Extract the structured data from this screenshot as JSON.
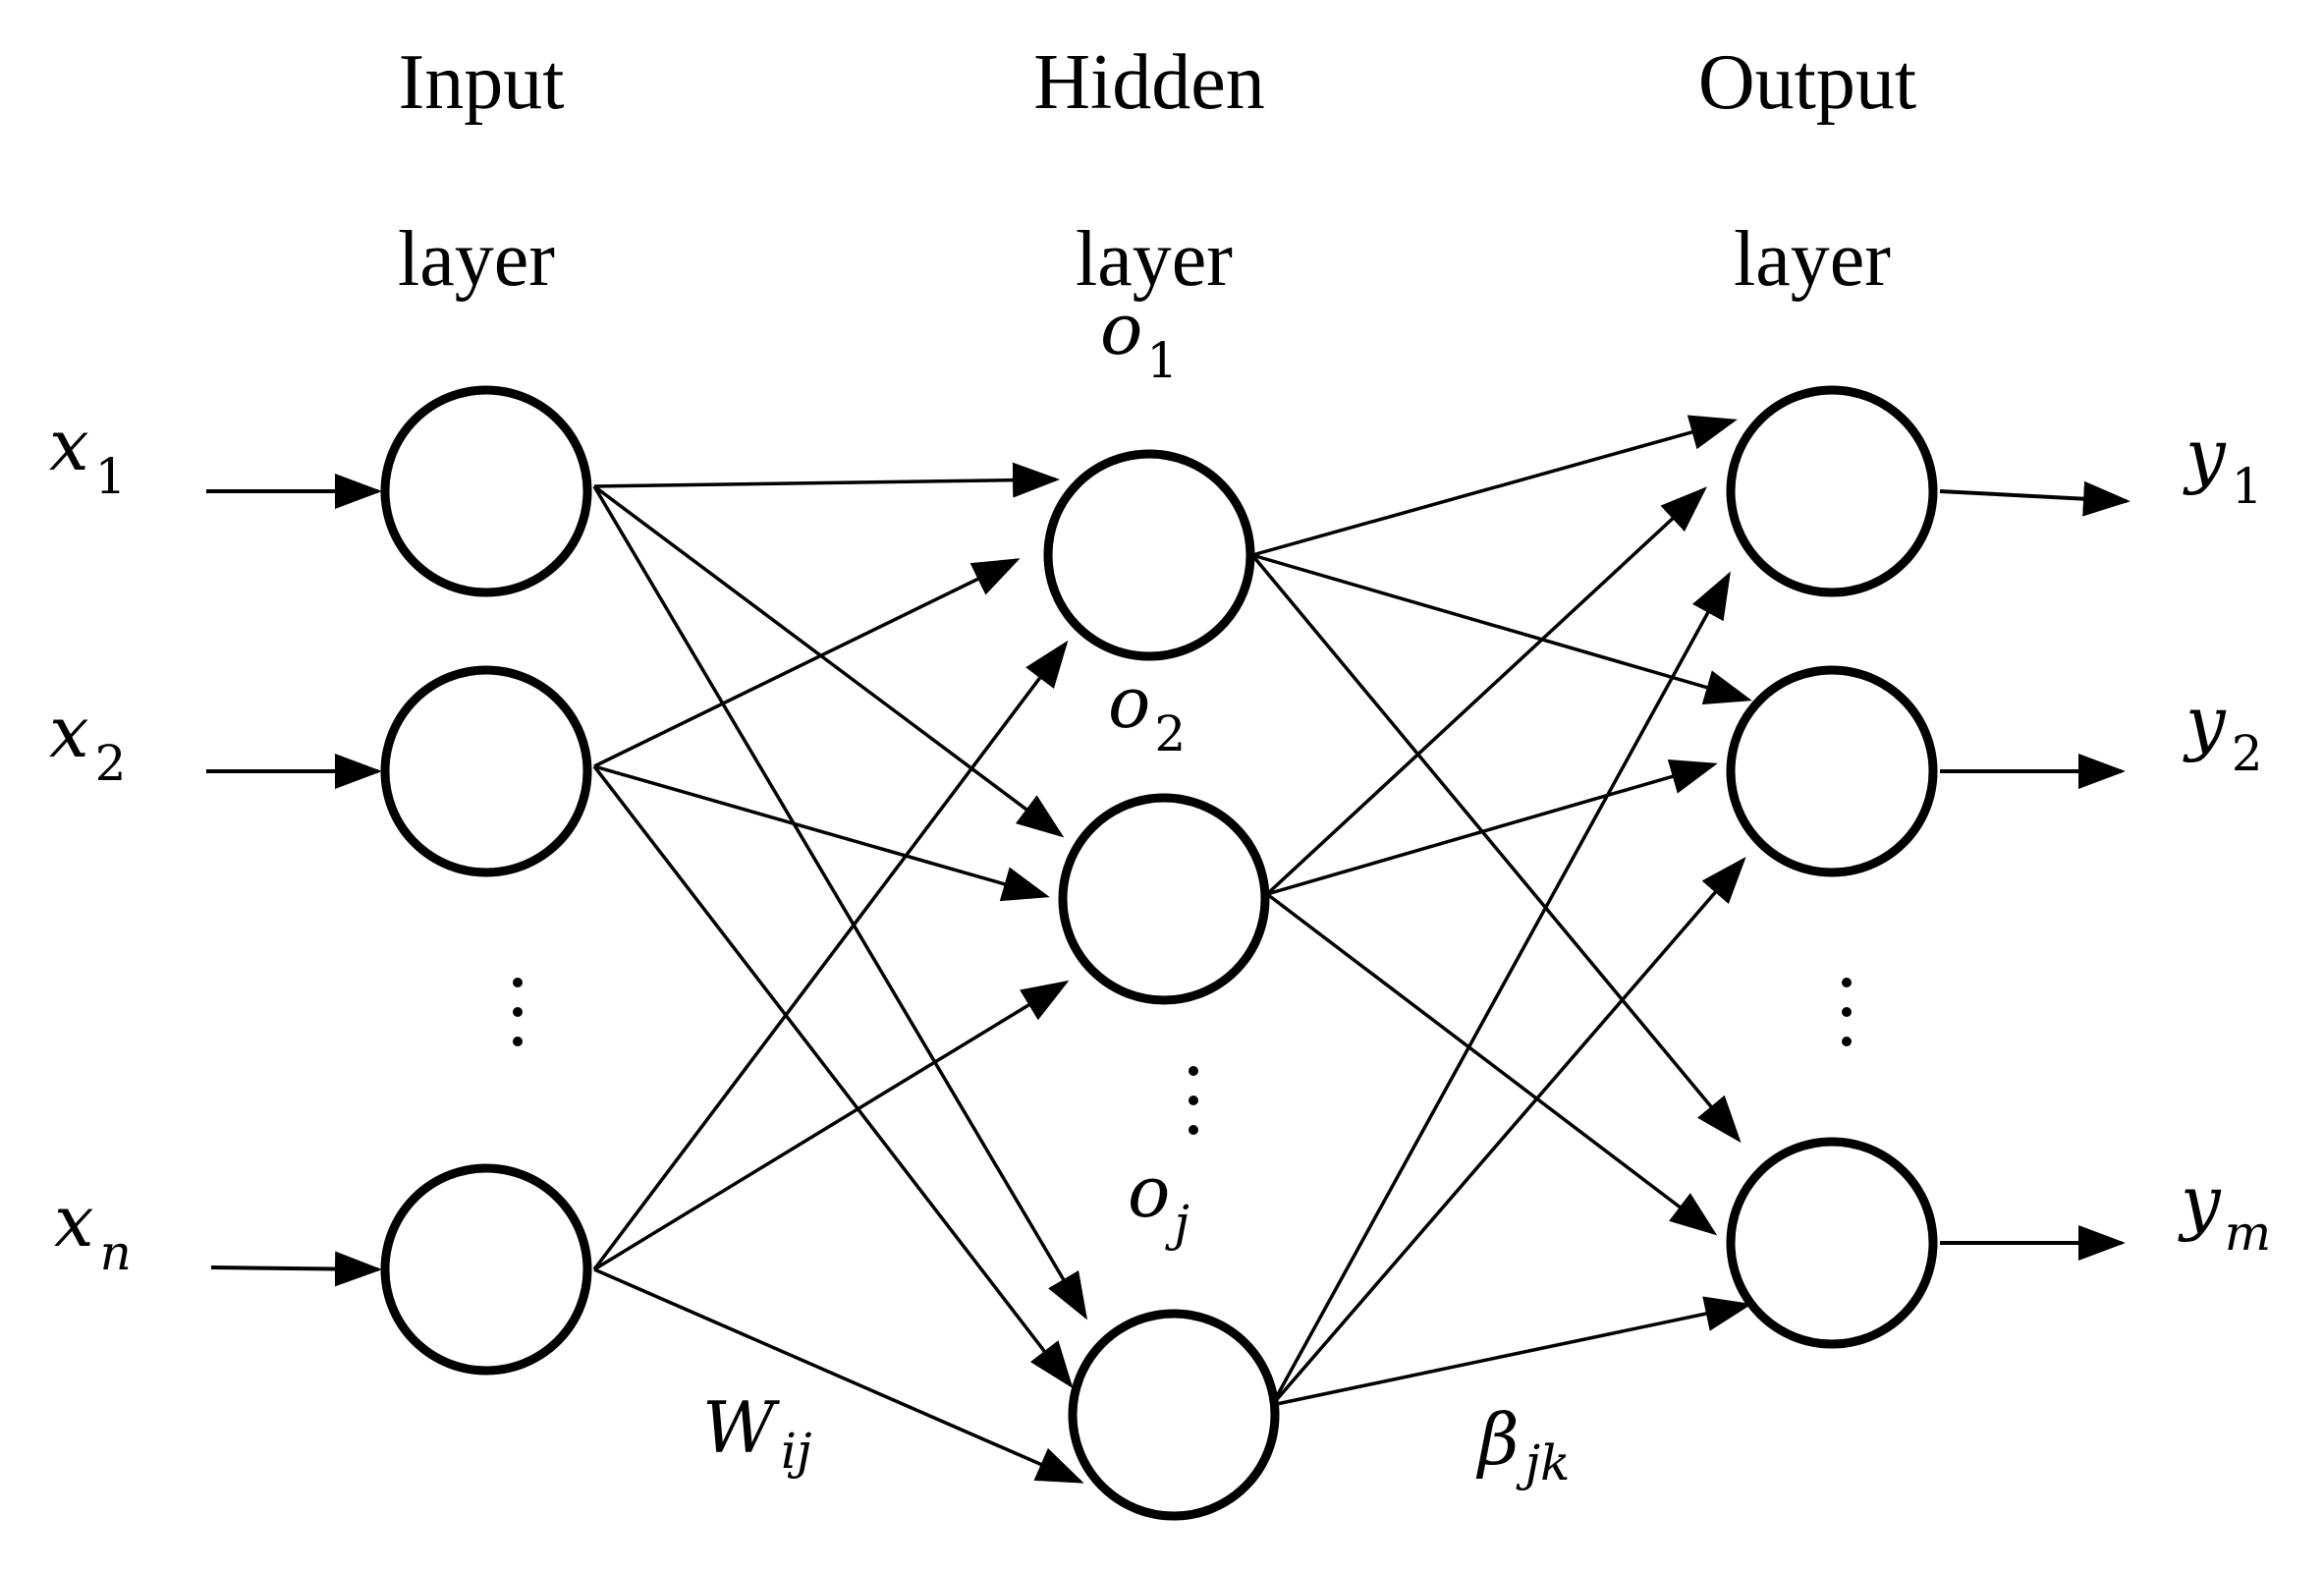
{
  "headers": {
    "input": [
      "Input",
      "layer"
    ],
    "hidden": [
      "Hidden",
      "layer"
    ],
    "output": [
      "Output",
      "layer"
    ]
  },
  "inputs": [
    {
      "var": "x",
      "sub": "1"
    },
    {
      "var": "x",
      "sub": "2"
    },
    {
      "var": "x",
      "sub": "n"
    }
  ],
  "hidden_labels": [
    {
      "var": "o",
      "sub": "1"
    },
    {
      "var": "o",
      "sub": "2"
    },
    {
      "var": "o",
      "sub": "j"
    }
  ],
  "outputs": [
    {
      "var": "y",
      "sub": "1"
    },
    {
      "var": "y",
      "sub": "2"
    },
    {
      "var": "y",
      "sub": "m"
    }
  ],
  "weights": {
    "input_hidden": {
      "var": "W",
      "sub": "ij"
    },
    "hidden_output": {
      "var": "β",
      "sub": "jk"
    }
  },
  "ellipsis": "⋮"
}
